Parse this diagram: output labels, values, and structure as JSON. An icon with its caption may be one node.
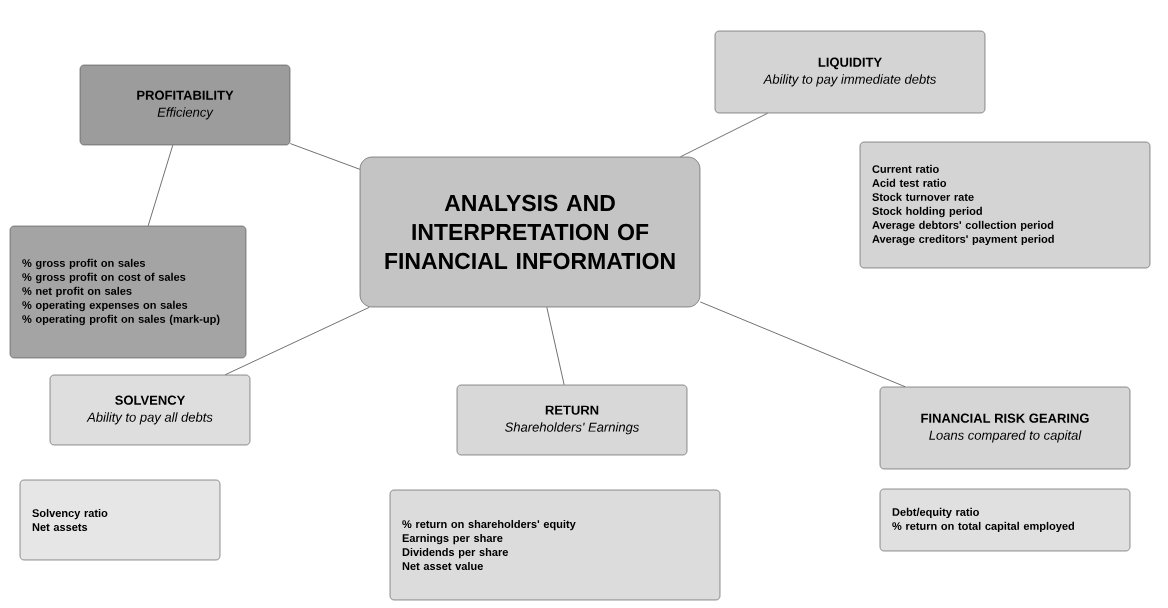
{
  "diagram": {
    "nodes": [
      {
        "text": [
          "ANALYSIS AND INTERPRETATION OF FINANCIAL INFORMATION"
        ]
      },
      {
        "text": [
          "PROFITABILITY",
          "Efficiency"
        ]
      },
      {
        "text": [
          "% gross profit on sales",
          "% gross profit on cost of sales",
          "% net profit on sales",
          "% operating expenses on sales",
          "% operating profit on sales (mark-up)"
        ]
      },
      {
        "text": [
          "LIQUIDITY",
          "Ability to pay immediate debts"
        ]
      },
      {
        "text": [
          "Current ratio",
          "Acid test ratio",
          "Stock turnover rate",
          "Stock holding period",
          "Average debtors' collection period",
          "Average creditors' payment period"
        ]
      },
      {
        "text": [
          "SOLVENCY",
          "Ability to pay all debts"
        ]
      },
      {
        "text": [
          "Solvency ratio",
          "Net assets"
        ]
      },
      {
        "text": [
          "RETURN",
          "Shareholders' Earnings"
        ]
      },
      {
        "text": [
          "% return on shareholders' equity",
          "Earnings per share",
          "Dividends per share",
          "Net asset value"
        ]
      },
      {
        "text": [
          "FINANCIAL RISK GEARING",
          "Loans compared to capital"
        ]
      },
      {
        "text": [
          "Debt/equity ratio",
          "% return on total capital employed"
        ]
      }
    ],
    "edges": [
      {
        "from": 0,
        "to": 1,
        "arrow": "none"
      },
      {
        "from": 1,
        "to": 2,
        "arrow": "none"
      },
      {
        "from": 0,
        "to": 3,
        "arrow": "none"
      },
      {
        "from": 0,
        "to": 5,
        "arrow": "none"
      },
      {
        "from": 0,
        "to": 7,
        "arrow": "none"
      },
      {
        "from": 0,
        "to": 9,
        "arrow": "none"
      }
    ]
  }
}
